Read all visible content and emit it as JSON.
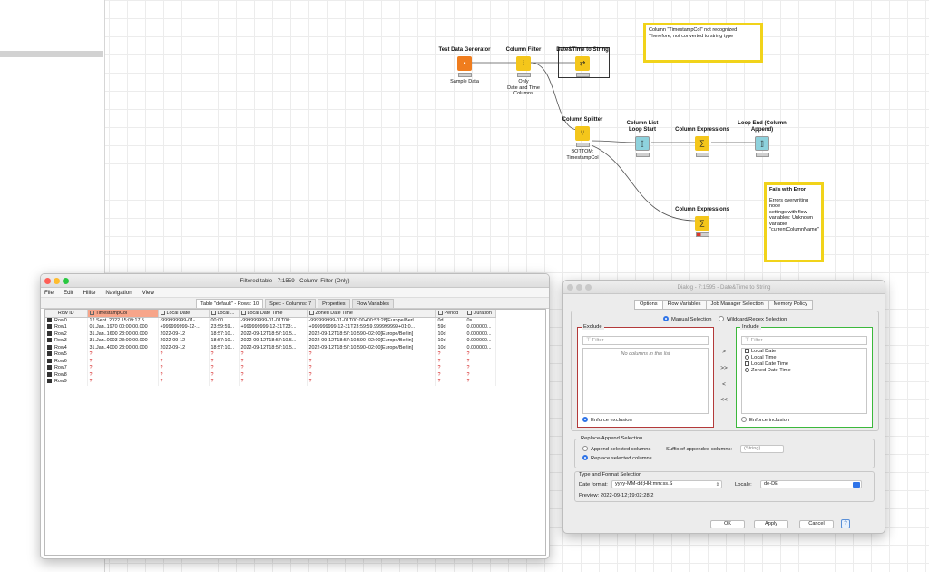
{
  "workflow": {
    "nodes": {
      "test_data_generator": {
        "title": "Test Data Generator",
        "sub": "Sample Data"
      },
      "column_filter": {
        "title": "Column Filter",
        "sub1": "Only",
        "sub2": "Date and Time",
        "sub3": "Columns"
      },
      "datetime_to_string": {
        "title": "Date&Time to String"
      },
      "column_splitter": {
        "title": "Column Splitter",
        "sub1": "BOTTOM:",
        "sub2": "TimestampCol"
      },
      "column_list_loop_start": {
        "title1": "Column List",
        "title2": "Loop Start"
      },
      "column_expressions_1": {
        "title": "Column Expressions"
      },
      "loop_end": {
        "title1": "Loop End (Column",
        "title2": "Append)"
      },
      "column_expressions_2": {
        "title": "Column Expressions"
      }
    },
    "annotations": {
      "not_recognized_line1": "Column \"TimestampCol\" not recognized",
      "not_recognized_line2": "Therefore, not converted to string type",
      "fails_title": "Fails with Error",
      "fails_body1": "Errors overwriting node",
      "fails_body2": "settings with flow",
      "fails_body3": "variables: Unknown",
      "fails_body4": "variable",
      "fails_body5": "\"currentColumnName\""
    }
  },
  "table_window": {
    "title": "Filtered table - 7:1559 - Column Filter (Only)",
    "menu": [
      "File",
      "Edit",
      "Hilite",
      "Navigation",
      "View"
    ],
    "tabs": [
      "Table \"default\" - Rows: 10",
      "Spec - Columns: 7",
      "Properties",
      "Flow Variables"
    ],
    "columns": [
      "Row ID",
      "TimestampCol",
      "Local Date",
      "Local ...",
      "Local Date Time",
      "Zoned Date Time",
      "Period",
      "Duration"
    ],
    "rows": [
      [
        "Row0",
        "12.Sept..2022 15:09:17.5...",
        "-999999999-01-...",
        "00:00",
        "-999999999-01-01T00:...",
        "-999999999-01-01T00:00+00:53:28[Europe/Berl...",
        "0d",
        "0s"
      ],
      [
        "Row1",
        "01.Jan..1970 00:00:00.000",
        "+999999999-12-...",
        "23:59:59...",
        "+999999999-12-31T23:...",
        "+999999999-12-31T23:59:59.999999999+01:0...",
        "59d",
        "0.000000..."
      ],
      [
        "Row2",
        "31.Jan..1600 23:00:00.000",
        "2022-09-12",
        "18:57:10...",
        "2022-09-12T18:57:10.5...",
        "2022-09-12T18:57:10.590+02:00[Europe/Berlin]",
        "10d",
        "0.000000..."
      ],
      [
        "Row3",
        "31.Jan..0003 23:00:00.000",
        "2022-09-12",
        "18:57:10...",
        "2022-09-12T18:57:10.5...",
        "2022-09-12T18:57:10.590+02:00[Europe/Berlin]",
        "10d",
        "0.000000..."
      ],
      [
        "Row4",
        "31.Jan..4000 23:00:00.000",
        "2022-09-12",
        "18:57:10...",
        "2022-09-12T18:57:10.5...",
        "2022-09-12T18:57:10.590+02:00[Europe/Berlin]",
        "10d",
        "0.000000..."
      ],
      [
        "Row5",
        "?",
        "?",
        "?",
        "?",
        "?",
        "?",
        "?"
      ],
      [
        "Row6",
        "?",
        "?",
        "?",
        "?",
        "?",
        "?",
        "?"
      ],
      [
        "Row7",
        "?",
        "?",
        "?",
        "?",
        "?",
        "?",
        "?"
      ],
      [
        "Row8",
        "?",
        "?",
        "?",
        "?",
        "?",
        "?",
        "?"
      ],
      [
        "Row9",
        "?",
        "?",
        "?",
        "?",
        "?",
        "?",
        "?"
      ]
    ]
  },
  "dialog": {
    "title": "Dialog - 7:1595 - Date&Time to String",
    "tabs": [
      "Options",
      "Flow Variables",
      "Job Manager Selection",
      "Memory Policy"
    ],
    "manual_selection": "Manual Selection",
    "regex_selection": "Wildcard/Regex Selection",
    "exclude_label": "Exclude",
    "include_label": "Include",
    "filter_placeholder": "Filter",
    "no_columns": "No columns in this list",
    "include_items": [
      "Local Date",
      "Local Time",
      "Local Date Time",
      "Zoned Date Time"
    ],
    "enforce_exclusion": "Enforce exclusion",
    "enforce_inclusion": "Enforce inclusion",
    "move_buttons": [
      ">",
      ">>",
      "<",
      "<<"
    ],
    "replace_append_title": "Replace/Append Selection",
    "append_selected": "Append selected columns",
    "replace_selected": "Replace selected columns",
    "suffix_label": "Suffix of appended columns:",
    "suffix_value": "(String)",
    "type_format_title": "Type and Format Selection",
    "date_format_label": "Date format:",
    "date_format_value": "yyyy-MM-dd;HH:mm:ss.S",
    "locale_label": "Locale:",
    "locale_value": "de-DE",
    "preview": "Preview: 2022-09-12;19:02:28.2",
    "ok": "OK",
    "apply": "Apply",
    "cancel": "Cancel",
    "help": "?"
  },
  "icons": {
    "traffic_light_red": "#fe5f57",
    "traffic_light_yellow": "#febc2e",
    "traffic_light_green": "#28c840",
    "node_orange": "#f07d1e",
    "node_yellow": "#f4c61b",
    "node_cyan": "#8ed2dd",
    "annotation_yellow": "#f1d31a"
  }
}
